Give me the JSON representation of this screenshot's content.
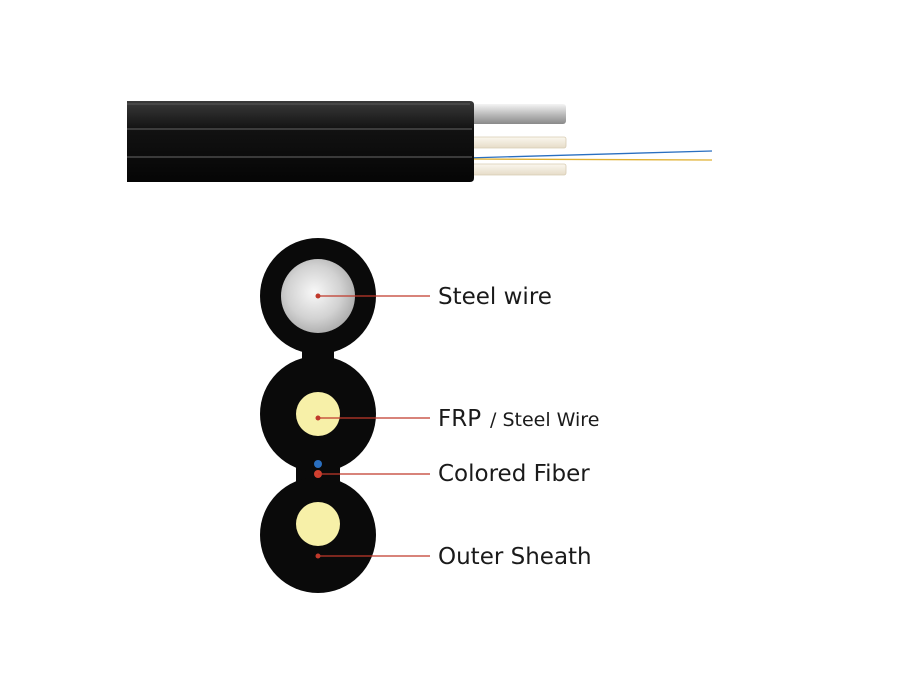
{
  "labels": {
    "steel_wire": "Steel wire",
    "frp": "FRP",
    "frp_alt": "/ Steel Wire",
    "colored_fiber": "Colored Fiber",
    "outer_sheath": "Outer Sheath"
  },
  "colors": {
    "sheath": "#0a0a0a",
    "steel": "#d8d8d8",
    "frp": "#f7f0a8",
    "leader": "#c0392b",
    "fiber_blue": "#2a6fc0",
    "fiber_yellow": "#e0b030"
  }
}
